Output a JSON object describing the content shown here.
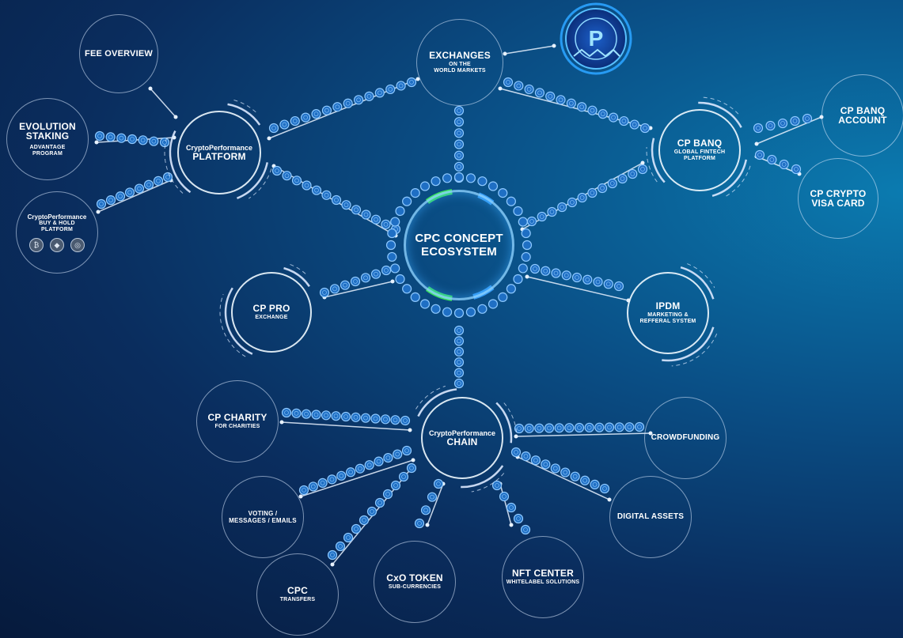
{
  "colors": {
    "ring": "#dce9ff",
    "bead_fill": "#1f6fc4",
    "bead_stroke": "#8ec9ff",
    "line": "#e8f2ff",
    "glow_green": "#3df25a",
    "glow_blue": "#3aa3ff"
  },
  "center": {
    "title_1": "CPC CONCEPT",
    "title_2": "ECOSYSTEM"
  },
  "platform": {
    "sub": "CryptoPerformance",
    "title": "PLATFORM"
  },
  "chain": {
    "sub": "CryptoPerformance",
    "title": "CHAIN"
  },
  "exchanges": {
    "title": "EXCHANGES",
    "sub_1": "ON THE",
    "sub_2": "WORLD MARKETS"
  },
  "cpbanq": {
    "title": "CP BANQ",
    "sub_1": "GLOBAL FINTECH",
    "sub_2": "PLATFORM"
  },
  "cppro": {
    "title": "CP PRO",
    "sub": "EXCHANGE"
  },
  "ipdm": {
    "title": "IPDM",
    "sub_1": "MARKETING &",
    "sub_2": "REFFERAL SYSTEM"
  },
  "fee": {
    "title": "FEE OVERVIEW"
  },
  "evolution": {
    "title_1": "EVOLUTION",
    "title_2": "STAKING",
    "sub_1": "ADVANTAGE",
    "sub_2": "PROGRAM"
  },
  "buyhold": {
    "line_1": "CryptoPerformance",
    "line_2": "BUY & HOLD",
    "line_3": "PLATFORM",
    "icons": [
      "bitcoin-coin-icon",
      "ethereum-coin-icon",
      "token-coin-icon"
    ]
  },
  "cpbanq_account": {
    "title_1": "CP BANQ",
    "title_2": "ACCOUNT"
  },
  "cpcrypto": {
    "title_1": "CP CRYPTO",
    "title_2": "VISA CARD"
  },
  "charity": {
    "title": "CP CHARITY",
    "sub": "FOR CHARITIES"
  },
  "crowdfunding": {
    "title": "CROWDFUNDING"
  },
  "voting": {
    "title_1": "VOTING /",
    "title_2": "MESSAGES / EMAILS"
  },
  "digital": {
    "title": "DIGITAL ASSETS"
  },
  "transfers": {
    "title": "CPC",
    "sub": "TRANSFERS"
  },
  "token": {
    "title": "CxO TOKEN",
    "sub": "SUB-CURRENCIES"
  },
  "nft": {
    "title": "NFT CENTER",
    "sub": "WHITELABEL SOLUTIONS"
  },
  "logo": {
    "letter": "P"
  }
}
